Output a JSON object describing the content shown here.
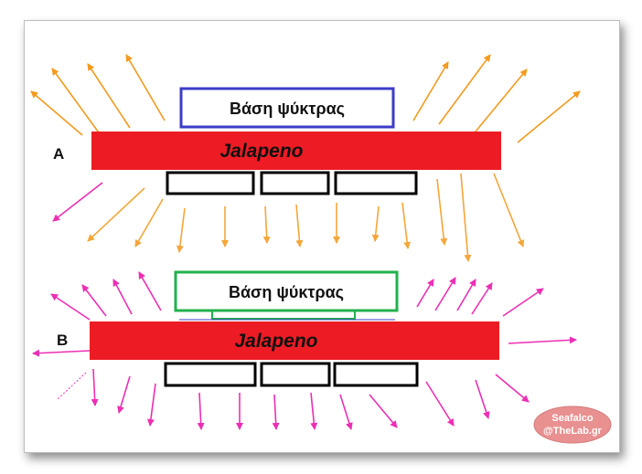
{
  "panel_a": {
    "label": "A",
    "chip_label": "Jalapeno",
    "base_label": "Βάση ψύκτρας"
  },
  "panel_b": {
    "label": "B",
    "chip_label": "Jalapeno",
    "base_label": "Βάση ψύκτρας"
  },
  "watermark": {
    "line1": "Seafalco",
    "line2": "@TheLab.gr"
  },
  "colors": {
    "chip": "#ed1c24",
    "base_a_border": "#3c3cc8",
    "base_b_border": "#22b14c",
    "arrow_orange_a": "#f39a1e",
    "arrow_orange_b": "#f4a63a",
    "arrow_magenta": "#ec2fb4",
    "memory_block_border": "#000000",
    "watermark_fill": "#e99090"
  }
}
